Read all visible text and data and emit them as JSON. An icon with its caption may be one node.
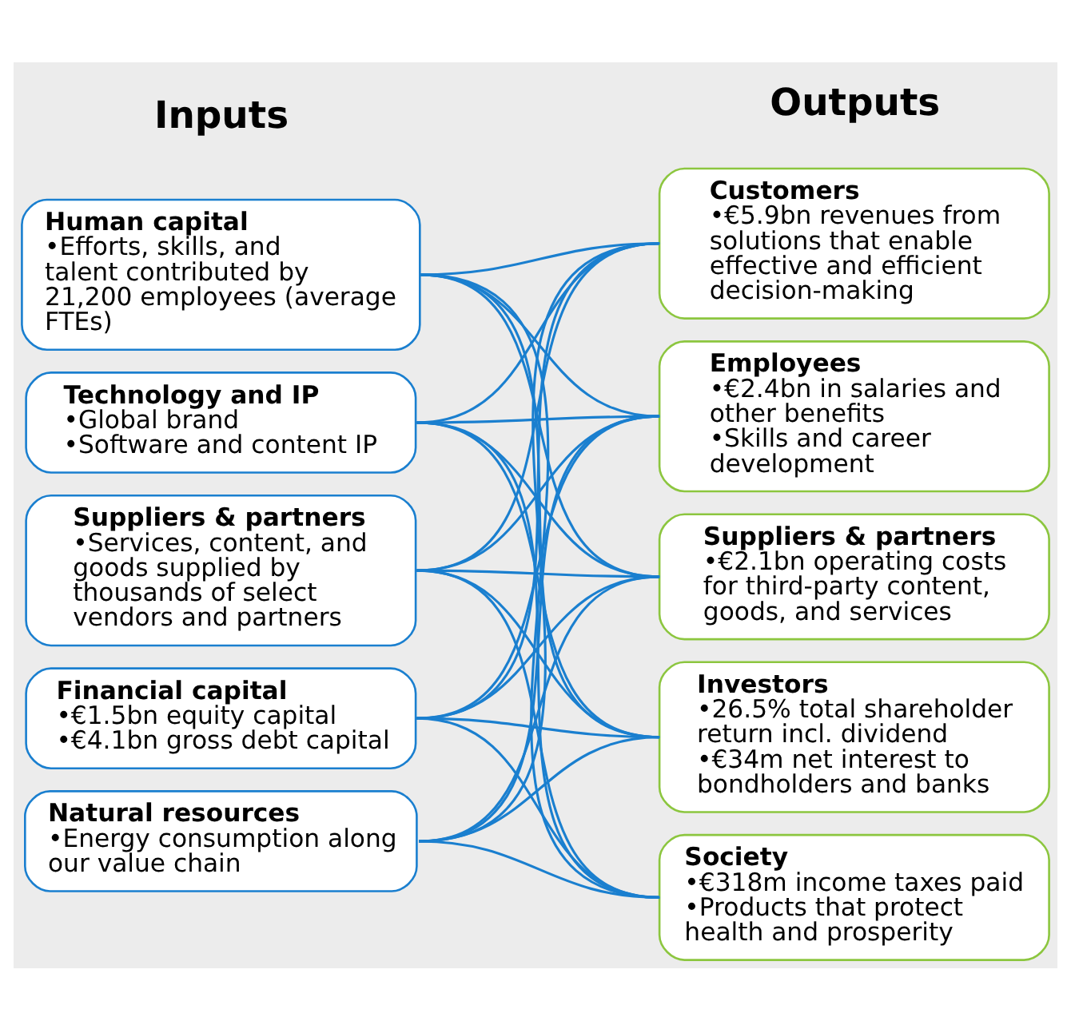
{
  "diagram": {
    "nodes": [
      {
        "text": [
          "Human capital",
          "•Efforts, skills, and talent contributed by 21,200 employees (average FTEs)"
        ]
      },
      {
        "text": [
          "Technology and IP",
          "•Global brand",
          "•Software and content IP"
        ]
      },
      {
        "text": [
          "Suppliers & partners",
          "•Services, content, and goods supplied by thousands of select vendors and partners"
        ]
      },
      {
        "text": [
          "Financial capital",
          "•€1.5bn equity capital",
          "•€4.1bn gross debt capital"
        ]
      },
      {
        "text": [
          "Natural resources",
          "•Energy consumption along our value chain"
        ]
      },
      {
        "text": [
          "Customers",
          "•€5.9bn revenues from solutions that enable effective and efficient decision-making"
        ]
      },
      {
        "text": [
          "Employees",
          "•€2.4bn in salaries and other benefits",
          "•Skills and career development"
        ]
      },
      {
        "text": [
          "Suppliers & partners",
          "•€2.1bn operating costs for third-party content, goods, and services"
        ]
      },
      {
        "text": [
          "Investors",
          "•26.5% total shareholder return incl. dividend",
          "•€34m net interest to bondholders and banks"
        ]
      },
      {
        "text": [
          "Society",
          "•€318m income taxes paid",
          "•Products that protect health and prosperity"
        ]
      }
    ],
    "edges": [
      {
        "from": 0,
        "to": 5,
        "arrow": "none"
      },
      {
        "from": 0,
        "to": 6,
        "arrow": "none"
      },
      {
        "from": 0,
        "to": 7,
        "arrow": "none"
      },
      {
        "from": 0,
        "to": 8,
        "arrow": "none"
      },
      {
        "from": 0,
        "to": 9,
        "arrow": "none"
      },
      {
        "from": 1,
        "to": 5,
        "arrow": "none"
      },
      {
        "from": 1,
        "to": 6,
        "arrow": "none"
      },
      {
        "from": 1,
        "to": 7,
        "arrow": "none"
      },
      {
        "from": 1,
        "to": 8,
        "arrow": "none"
      },
      {
        "from": 1,
        "to": 9,
        "arrow": "none"
      },
      {
        "from": 2,
        "to": 5,
        "arrow": "none"
      },
      {
        "from": 2,
        "to": 6,
        "arrow": "none"
      },
      {
        "from": 2,
        "to": 7,
        "arrow": "none"
      },
      {
        "from": 2,
        "to": 8,
        "arrow": "none"
      },
      {
        "from": 2,
        "to": 9,
        "arrow": "none"
      },
      {
        "from": 3,
        "to": 5,
        "arrow": "none"
      },
      {
        "from": 3,
        "to": 6,
        "arrow": "none"
      },
      {
        "from": 3,
        "to": 7,
        "arrow": "none"
      },
      {
        "from": 3,
        "to": 8,
        "arrow": "none"
      },
      {
        "from": 3,
        "to": 9,
        "arrow": "none"
      },
      {
        "from": 4,
        "to": 5,
        "arrow": "none"
      },
      {
        "from": 4,
        "to": 6,
        "arrow": "none"
      },
      {
        "from": 4,
        "to": 7,
        "arrow": "none"
      },
      {
        "from": 4,
        "to": 8,
        "arrow": "none"
      },
      {
        "from": 4,
        "to": 9,
        "arrow": "none"
      }
    ],
    "labels": [
      "Inputs",
      "Outputs"
    ]
  }
}
